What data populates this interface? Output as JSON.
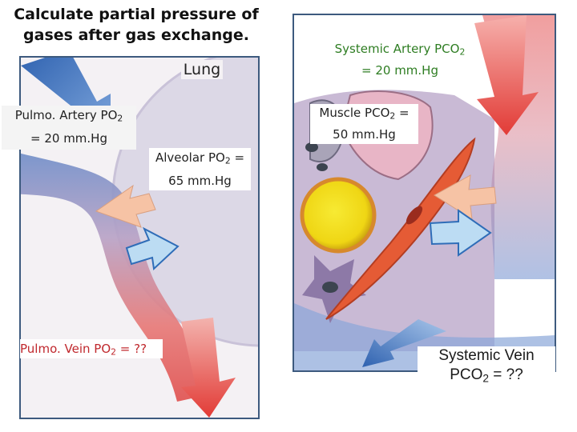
{
  "title": {
    "line1": "Calculate partial pressure of",
    "line2": "gases after gas exchange."
  },
  "labels": {
    "lung": "Lung",
    "pulmo_artery": {
      "pre": "Pulmo. Artery PO",
      "sub": "2",
      "post": "= 20 mm.Hg"
    },
    "alveolar": {
      "pre": "Alveolar PO",
      "sub": "2",
      "mid": " =",
      "post": "65 mm.Hg"
    },
    "pulmo_vein": {
      "pre": "Pulmo. Vein PO",
      "sub": "2",
      "post": " = ??"
    },
    "systemic_artery": {
      "pre": "Systemic Artery PCO",
      "sub": "2",
      "post": "= 20 mm.Hg"
    },
    "muscle": {
      "pre": "Muscle PCO",
      "sub": "2",
      "mid": " =",
      "post": "50 mm.Hg"
    },
    "systemic_vein": {
      "pre": "Systemic Vein",
      "line2_pre": "PCO",
      "sub": "2",
      "post": " = ??"
    }
  },
  "colors": {
    "title_text": "#111111",
    "pulmo_vein_text": "#c0282d",
    "systemic_artery_text": "#2e7d22",
    "systemic_vein_text": "#1a1a1a",
    "panel_border": "#3d5a7e",
    "artery_red": "#e04040",
    "vein_blue": "#3a72c2"
  }
}
